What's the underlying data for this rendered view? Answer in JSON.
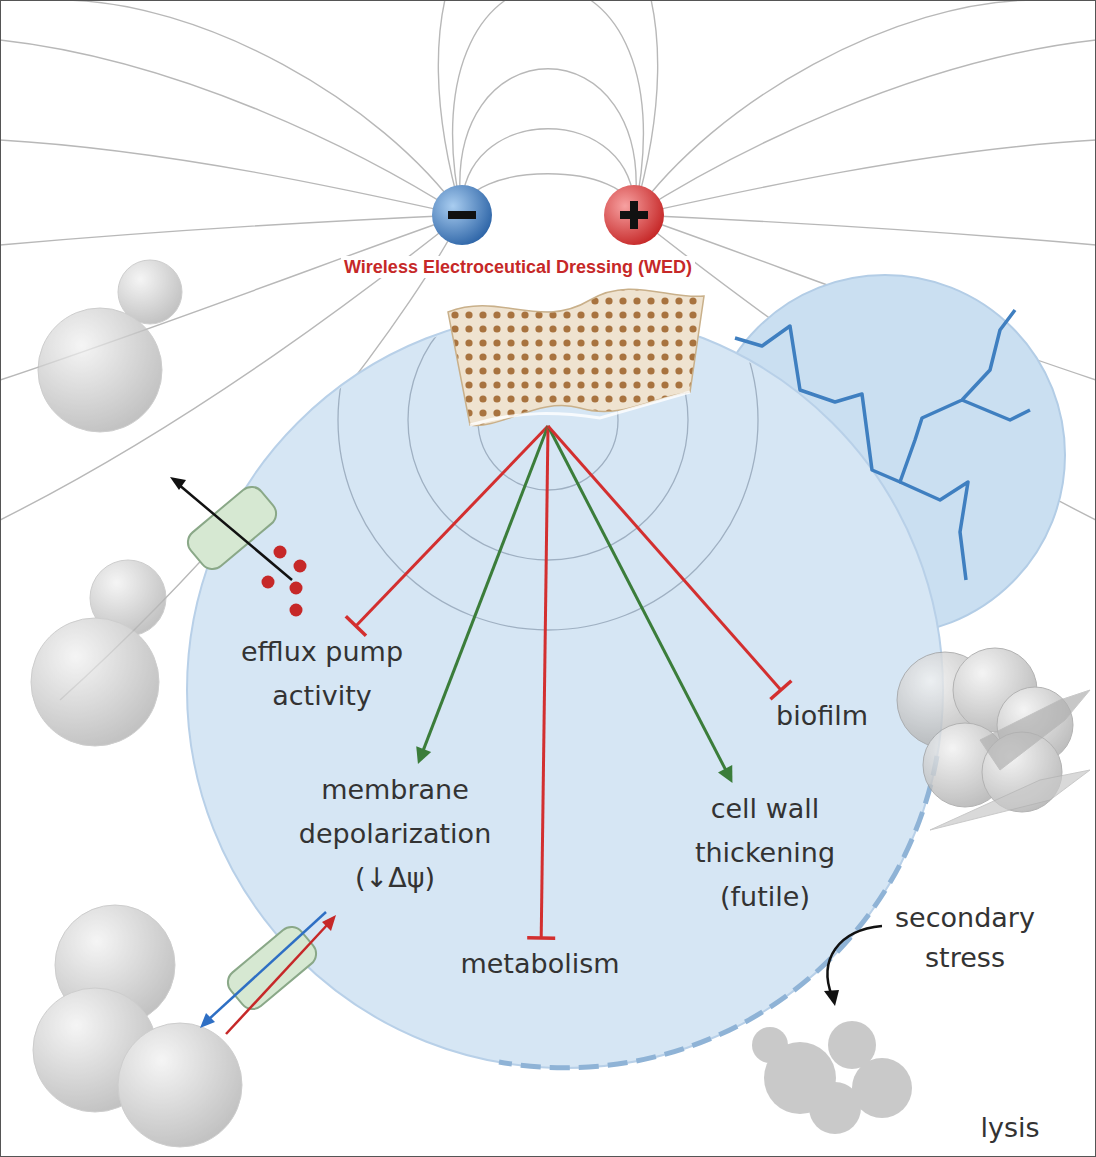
{
  "diagram": {
    "nodes": [
      {
        "text": [
          "Wireless Electroceutical Dressing (WED)"
        ]
      },
      {
        "text": [
          "efflux pump activity"
        ]
      },
      {
        "text": [
          "membrane depolarization (↓Δψ)"
        ]
      },
      {
        "text": [
          "metabolism"
        ]
      },
      {
        "text": [
          "cell wall thickening (futile)"
        ]
      },
      {
        "text": [
          "biofilm"
        ]
      }
    ],
    "edges": [
      {
        "from": 0,
        "to": 1,
        "arrow": "to"
      },
      {
        "from": 0,
        "to": 2,
        "arrow": "to"
      },
      {
        "from": 0,
        "to": 3,
        "arrow": "to"
      },
      {
        "from": 0,
        "to": 4,
        "arrow": "to"
      },
      {
        "from": 0,
        "to": 5,
        "arrow": "to"
      }
    ],
    "labels": [
      "secondary stress",
      "lysis"
    ]
  }
}
